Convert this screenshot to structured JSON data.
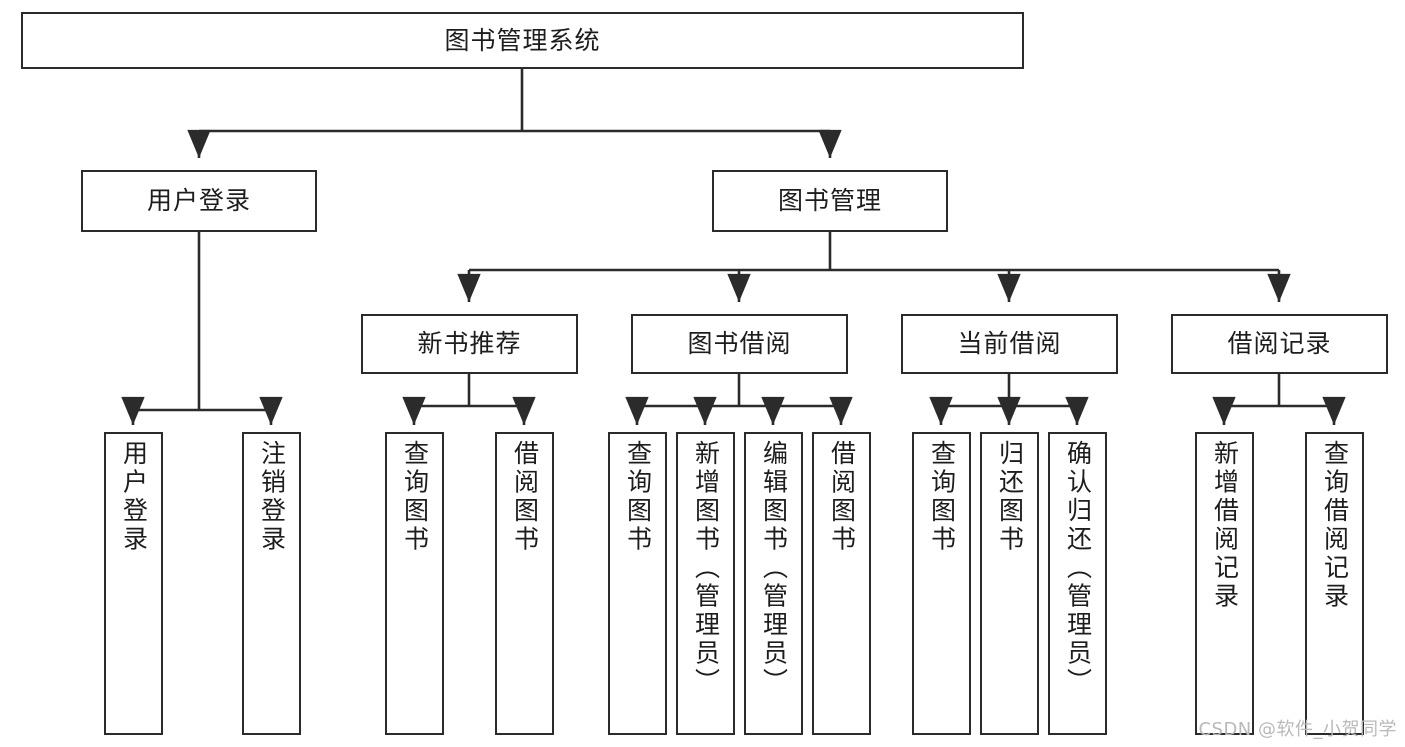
{
  "diagram": {
    "type": "hierarchy-tree",
    "title": "图书管理系统",
    "root": {
      "id": "root",
      "label": "图书管理系统"
    },
    "level1": [
      {
        "id": "user-login",
        "label": "用户登录"
      },
      {
        "id": "book-management",
        "label": "图书管理"
      }
    ],
    "level2": [
      {
        "id": "new-book-recommend",
        "label": "新书推荐",
        "parent": "book-management"
      },
      {
        "id": "book-borrow",
        "label": "图书借阅",
        "parent": "book-management"
      },
      {
        "id": "current-borrow",
        "label": "当前借阅",
        "parent": "book-management"
      },
      {
        "id": "borrow-record",
        "label": "借阅记录",
        "parent": "book-management"
      }
    ],
    "leaves": {
      "user_login": [
        {
          "id": "leaf-user-login",
          "label": "用户登录"
        },
        {
          "id": "leaf-logout-login",
          "label": "注销登录"
        }
      ],
      "new_book_recommend": [
        {
          "id": "leaf-query-book-1",
          "label": "查询图书"
        },
        {
          "id": "leaf-borrow-book-1",
          "label": "借阅图书"
        }
      ],
      "book_borrow": [
        {
          "id": "leaf-query-book-2",
          "label": "查询图书"
        },
        {
          "id": "leaf-add-book",
          "label": "新增图书（管理员）"
        },
        {
          "id": "leaf-edit-book",
          "label": "编辑图书（管理员）"
        },
        {
          "id": "leaf-borrow-book-2",
          "label": "借阅图书"
        }
      ],
      "current_borrow": [
        {
          "id": "leaf-query-book-3",
          "label": "查询图书"
        },
        {
          "id": "leaf-return-book",
          "label": "归还图书"
        },
        {
          "id": "leaf-confirm-return",
          "label": "确认归还（管理员）"
        }
      ],
      "borrow_record": [
        {
          "id": "leaf-add-record",
          "label": "新增借阅记录"
        },
        {
          "id": "leaf-query-record",
          "label": "查询借阅记录"
        }
      ]
    },
    "colors": {
      "stroke": "#2b2b2b",
      "fill": "#ffffff",
      "text": "#1d1d1d",
      "watermark": "#b9b9b9"
    }
  },
  "watermark": {
    "text": "CSDN @软件_小贺同学"
  }
}
